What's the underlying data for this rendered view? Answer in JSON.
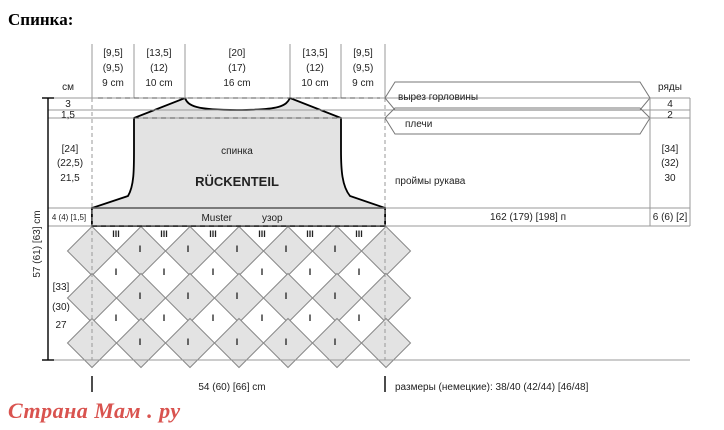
{
  "title": "Спинка:",
  "top_widths": [
    {
      "l1": "[9,5]",
      "l2": "(9,5)",
      "l3": "9 cm"
    },
    {
      "l1": "[13,5]",
      "l2": "(12)",
      "l3": "10 cm"
    },
    {
      "l1": "[20]",
      "l2": "(17)",
      "l3": "16 cm"
    },
    {
      "l1": "[13,5]",
      "l2": "(12)",
      "l3": "10 cm"
    },
    {
      "l1": "[9,5]",
      "l2": "(9,5)",
      "l3": "9 cm"
    }
  ],
  "left": {
    "unit": "см",
    "neck_h": "3",
    "shoulder_h": "1,5",
    "armhole_1": "[24]",
    "armhole_2": "(22,5)",
    "armhole_3": "21,5",
    "band_h": "4 (4) [1,5]",
    "body_1": "[33]",
    "body_2": "(30)",
    "body_3": "27",
    "total_height": "57 (61) [63] cm"
  },
  "right": {
    "rows_label": "ряды",
    "neck_label": "вырез горловины",
    "neck_rows": "4",
    "shoulder_label": "плечи",
    "shoulder_rows": "2",
    "armhole_label": "проймы рукава",
    "armhole_1": "[34]",
    "armhole_2": "(32)",
    "armhole_3": "30",
    "band_stitches": "162 (179) [198] п",
    "band_rows": "6 (6) [2]"
  },
  "piece": {
    "label_ru": "спинка",
    "label_de": "RÜCKENTEIL",
    "pattern_de": "Muster",
    "pattern_ru": "узор",
    "mark_triple": "III",
    "mark_single": "I"
  },
  "bottom": {
    "width": "54 (60) [66] cm",
    "sizes": "размеры (немецкие): 38/40 (42/44) [46/48]"
  },
  "watermark": "Страна Мам . ру"
}
